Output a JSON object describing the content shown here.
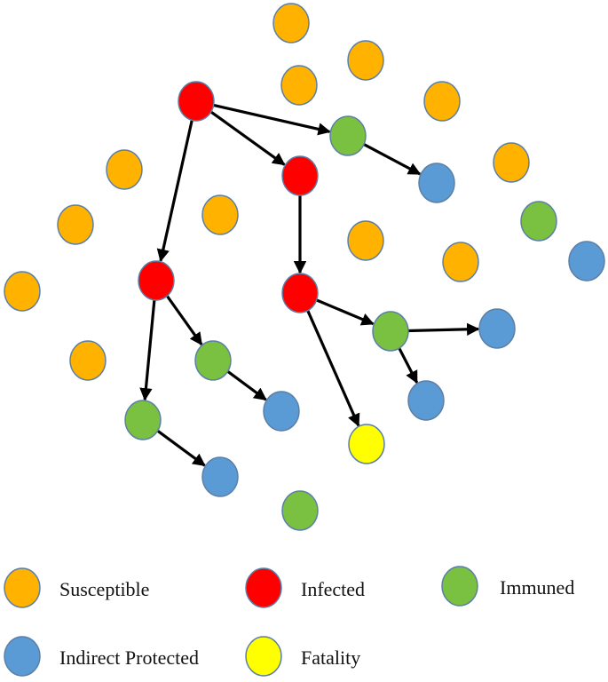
{
  "colors": {
    "susceptible": "#ffb200",
    "infected": "#ff0000",
    "immuned": "#7ac142",
    "indirect_protected": "#5b9bd5",
    "fatality": "#ffff00",
    "edge": "#000000"
  },
  "legend": {
    "susceptible": {
      "label": "Susceptible",
      "state": "susceptible"
    },
    "infected": {
      "label": "Infected",
      "state": "infected"
    },
    "immuned": {
      "label": "Immuned",
      "state": "immuned"
    },
    "indirect_protected": {
      "label": "Indirect Protected",
      "state": "indirect_protected"
    },
    "fatality": {
      "label": "Fatality",
      "state": "fatality"
    }
  },
  "nodes": [
    {
      "id": "s1",
      "state": "susceptible"
    },
    {
      "id": "s2",
      "state": "susceptible"
    },
    {
      "id": "s3",
      "state": "susceptible"
    },
    {
      "id": "s4",
      "state": "susceptible"
    },
    {
      "id": "s5",
      "state": "susceptible"
    },
    {
      "id": "s6",
      "state": "susceptible"
    },
    {
      "id": "s7",
      "state": "susceptible"
    },
    {
      "id": "s8",
      "state": "susceptible"
    },
    {
      "id": "s9",
      "state": "susceptible"
    },
    {
      "id": "s10",
      "state": "susceptible"
    },
    {
      "id": "s11",
      "state": "susceptible"
    },
    {
      "id": "s12",
      "state": "susceptible"
    },
    {
      "id": "i1",
      "state": "infected"
    },
    {
      "id": "i2",
      "state": "infected"
    },
    {
      "id": "i3",
      "state": "infected"
    },
    {
      "id": "i4",
      "state": "infected"
    },
    {
      "id": "m1",
      "state": "immuned"
    },
    {
      "id": "m2",
      "state": "immuned"
    },
    {
      "id": "m3",
      "state": "immuned"
    },
    {
      "id": "m4",
      "state": "immuned"
    },
    {
      "id": "m5",
      "state": "immuned"
    },
    {
      "id": "m6",
      "state": "immuned"
    },
    {
      "id": "p1",
      "state": "indirect_protected"
    },
    {
      "id": "p2",
      "state": "indirect_protected"
    },
    {
      "id": "p3",
      "state": "indirect_protected"
    },
    {
      "id": "p4",
      "state": "indirect_protected"
    },
    {
      "id": "p5",
      "state": "indirect_protected"
    },
    {
      "id": "p6",
      "state": "indirect_protected"
    },
    {
      "id": "f1",
      "state": "fatality"
    }
  ],
  "edges": [
    {
      "from": "i1",
      "to": "m1"
    },
    {
      "from": "i1",
      "to": "i2"
    },
    {
      "from": "i1",
      "to": "i3"
    },
    {
      "from": "m1",
      "to": "p1"
    },
    {
      "from": "i2",
      "to": "i4"
    },
    {
      "from": "i3",
      "to": "m3"
    },
    {
      "from": "i3",
      "to": "m5"
    },
    {
      "from": "m3",
      "to": "p4"
    },
    {
      "from": "m5",
      "to": "p5"
    },
    {
      "from": "i4",
      "to": "m4"
    },
    {
      "from": "i4",
      "to": "f1"
    },
    {
      "from": "m4",
      "to": "p3"
    },
    {
      "from": "m4",
      "to": "p6"
    }
  ]
}
